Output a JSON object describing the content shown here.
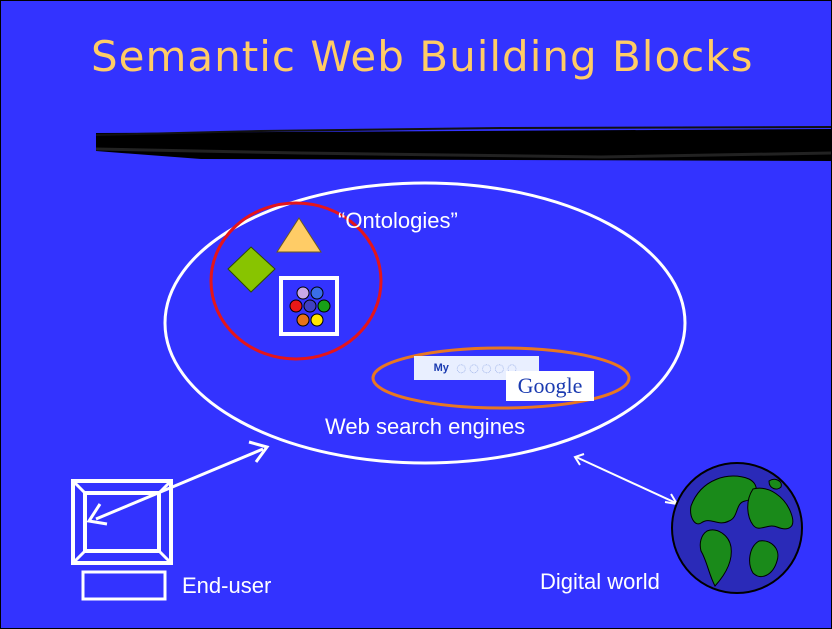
{
  "slide": {
    "title": "Semantic Web Building Blocks",
    "background_color": "#3333ff",
    "title_color": "#ffcc66"
  },
  "labels": {
    "ontologies": "“Ontologies”",
    "web_search_engines": "Web search engines",
    "end_user": "End-user",
    "digital_world": "Digital world"
  },
  "logos": {
    "google": "Google",
    "my_search": "My"
  },
  "icons": {
    "shapes": [
      "triangle-icon",
      "diamond-icon",
      "molecule-icon"
    ],
    "computer": "monitor-icon",
    "globe": "globe-icon"
  },
  "colors": {
    "ontology_circle": "#e4151b",
    "search_ellipse": "#e87722",
    "triangle": "#ffcc66",
    "diamond": "#88c400",
    "outline": "#ffffff"
  }
}
